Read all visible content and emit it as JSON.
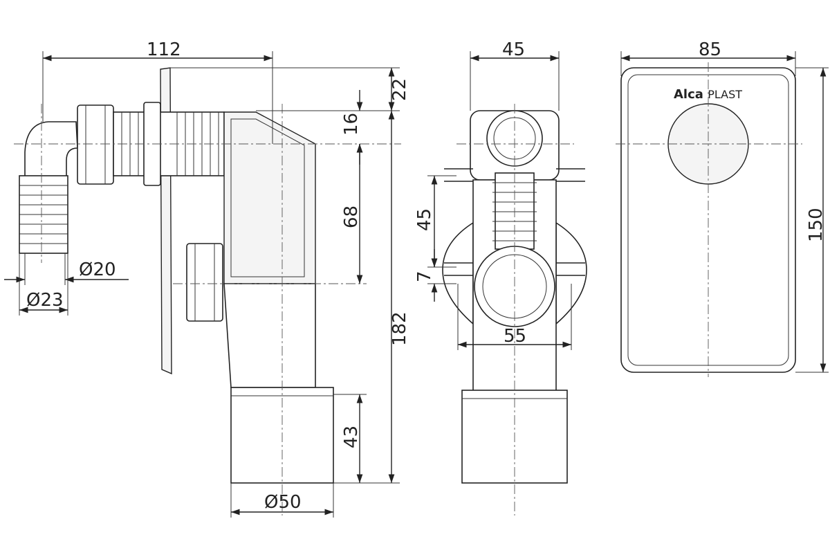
{
  "brand": {
    "name": "Alca",
    "suffix": "PLAST"
  },
  "dimensions": {
    "side_width": "112",
    "top_offset": "22",
    "upper_height": "16",
    "mid_height": "68",
    "total_height": "182",
    "bottom_height": "43",
    "outlet_diameter": "Ø50",
    "hose_inner_diameter": "Ø20",
    "hose_outer_diameter": "Ø23",
    "front_width": "45",
    "front_spacing": "45",
    "front_gap": "7",
    "front_span": "55",
    "cover_width": "85",
    "cover_height": "150"
  }
}
